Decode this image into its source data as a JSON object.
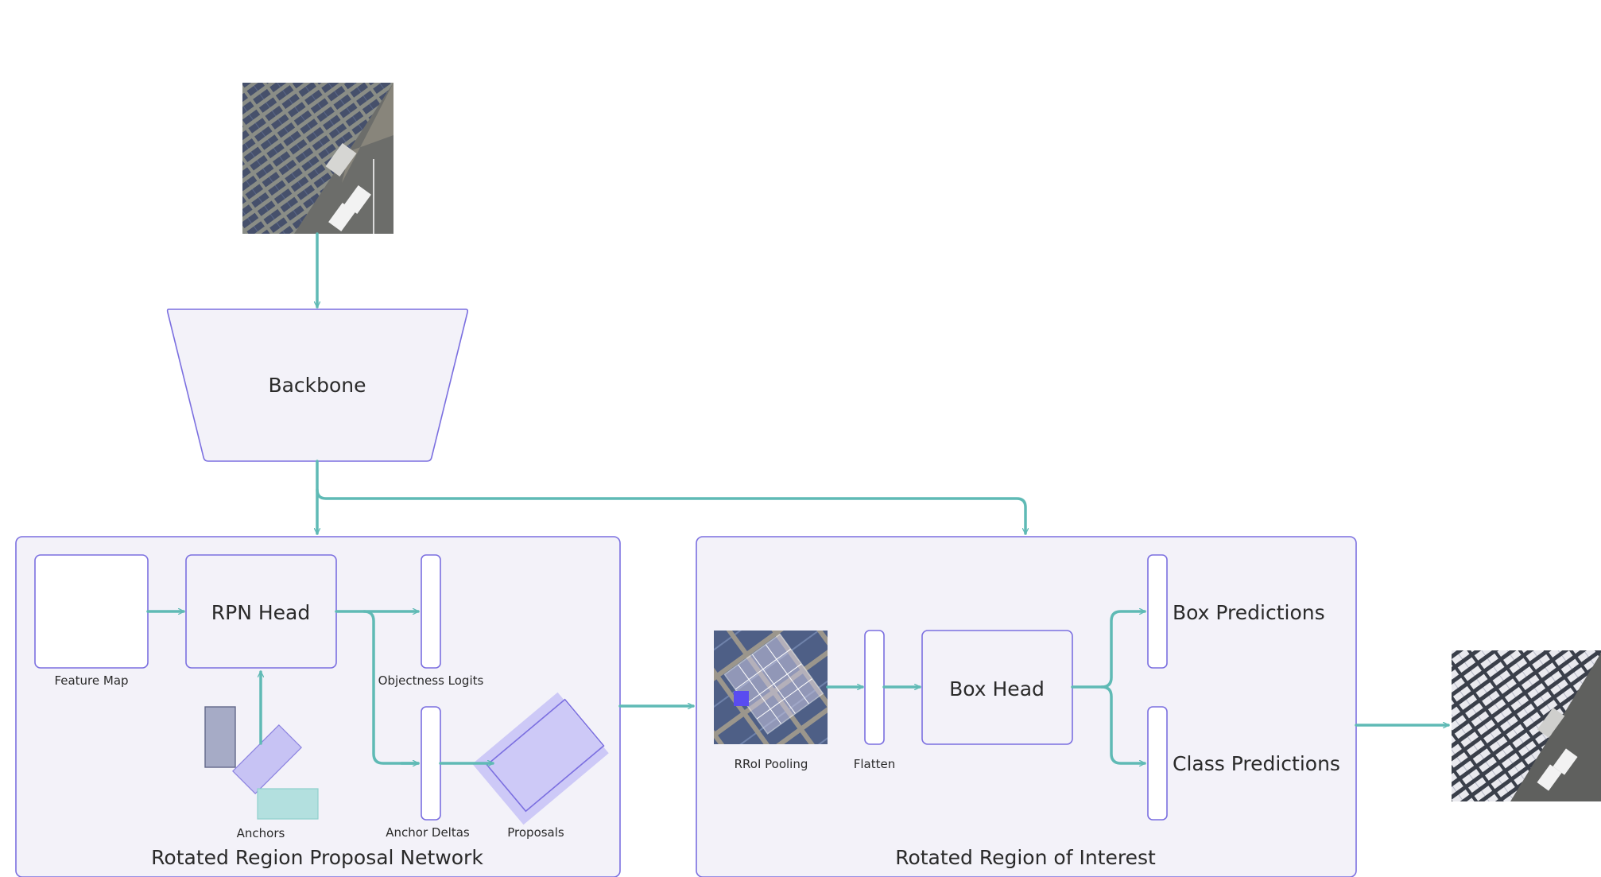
{
  "nodes": {
    "backbone": "Backbone",
    "rpn_head": "RPN Head",
    "box_head": "Box Head"
  },
  "rpn": {
    "title": "Rotated Region Proposal Network",
    "feature_map": "Feature Map",
    "objectness_logits": "Objectness Logits",
    "anchors": "Anchors",
    "anchor_deltas": "Anchor Deltas",
    "proposals": "Proposals"
  },
  "roi": {
    "title": "Rotated Region of Interest",
    "rroi_pooling": "RRoI Pooling",
    "flatten": "Flatten",
    "box_predictions": "Box Predictions",
    "class_predictions": "Class Predictions"
  },
  "colors": {
    "arrow": "#5fbab5",
    "outline": "#7b6fe0",
    "fill": "#f3f2f9",
    "anchor_gray": "#a6abc6",
    "anchor_purple": "#c7c3f4",
    "anchor_teal": "#b3e0df",
    "proposal": "#c9c4f6",
    "highlight": "#5a4cf0"
  },
  "icons": {
    "input": "aerial-solar-panel-image",
    "output": "aerial-solar-panel-detections-image",
    "rroi": "rroi-pooling-grid-image"
  }
}
